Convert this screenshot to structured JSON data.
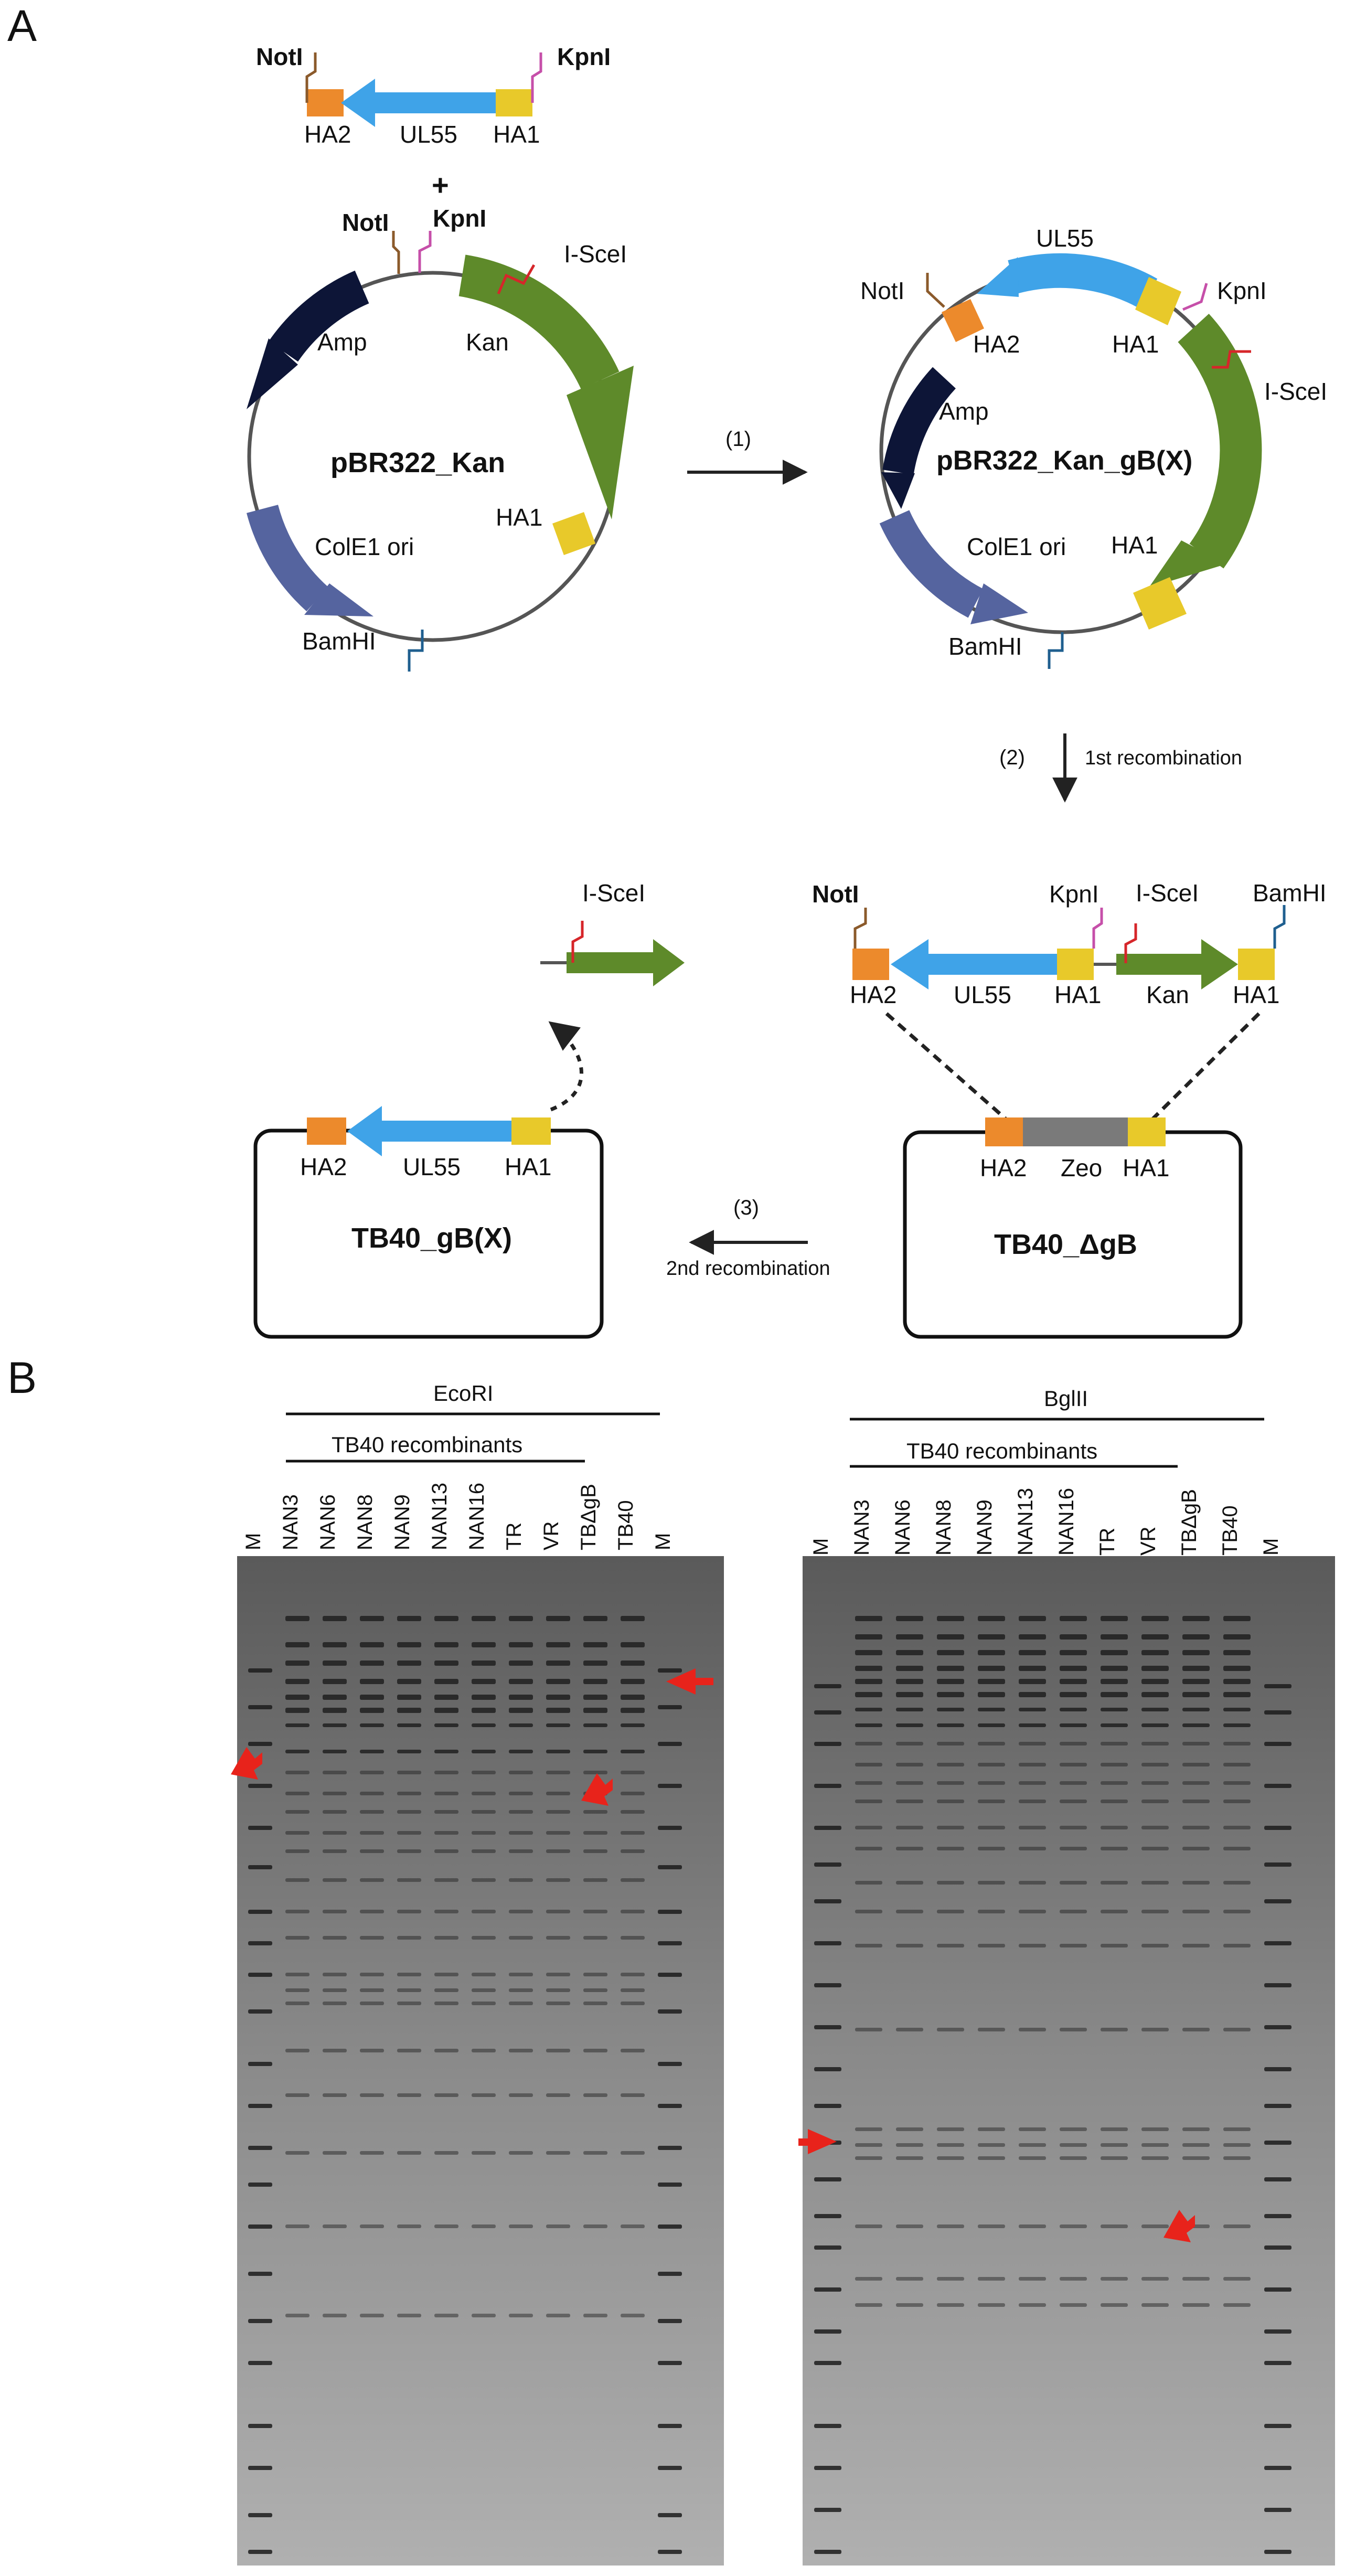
{
  "panel_a": {
    "letter": "A",
    "insert": {
      "noti": "NotI",
      "kpni": "KpnI",
      "ha2": "HA2",
      "ul55": "UL55",
      "ha1": "HA1",
      "plus": "+"
    },
    "plasmid1": {
      "name": "pBR322_Kan",
      "noti": "NotI",
      "kpni": "KpnI",
      "iscei": "I-SceI",
      "amp": "Amp",
      "kan": "Kan",
      "ha1": "HA1",
      "ori": "ColE1 ori",
      "bamhi": "BamHI"
    },
    "plasmid2": {
      "name": "pBR322_Kan_gB(X)",
      "ul55": "UL55",
      "noti": "NotI",
      "kpni": "KpnI",
      "ha2": "HA2",
      "ha1_top": "HA1",
      "iscei": "I-SceI",
      "amp": "Amp",
      "ori": "ColE1 ori",
      "ha1_bottom": "HA1",
      "bamhi": "BamHI"
    },
    "step1": "(1)",
    "step2": "(2)",
    "step2_label": "1st recombination",
    "step3": "(3)",
    "step3_label": "2nd recombination",
    "linear": {
      "noti": "NotI",
      "kpni": "KpnI",
      "iscei": "I-SceI",
      "bamhi": "BamHI",
      "ha2": "HA2",
      "ul55": "UL55",
      "ha1_a": "HA1",
      "kan": "Kan",
      "ha1_b": "HA1"
    },
    "excised": {
      "iscei": "I-SceI"
    },
    "genome_left": {
      "ha2": "HA2",
      "ul55": "UL55",
      "ha1": "HA1",
      "name": "TB40_gB(X)"
    },
    "genome_right": {
      "ha2": "HA2",
      "zeo": "Zeo",
      "ha1": "HA1",
      "name": "TB40_ΔgB"
    },
    "colors": {
      "ha2": "#ec8a2c",
      "ha1": "#e8c92a",
      "ul55": "#3fa3e8",
      "kan": "#5e8a2a",
      "amp": "#0d1537",
      "ori": "#55649f",
      "zeo": "#7a7a7a",
      "noti": "#8b5a2b",
      "kpni": "#c64fa9",
      "iscei": "#d6262a",
      "bamhi": "#1f5f8f"
    }
  },
  "panel_b": {
    "letter": "B",
    "gel1": {
      "enzyme": "EcoRI",
      "group": "TB40 recombinants",
      "lanes": [
        "M",
        "NAN3",
        "NAN6",
        "NAN8",
        "NAN9",
        "NAN13",
        "NAN16",
        "TR",
        "VR",
        "TBΔgB",
        "TB40",
        "M"
      ]
    },
    "gel2": {
      "enzyme": "BglII",
      "group": "TB40 recombinants",
      "lanes": [
        "M",
        "NAN3",
        "NAN6",
        "NAN8",
        "NAN9",
        "NAN13",
        "NAN16",
        "TR",
        "VR",
        "TBΔgB",
        "TB40",
        "M"
      ]
    },
    "arrow_color": "#e8231b"
  }
}
